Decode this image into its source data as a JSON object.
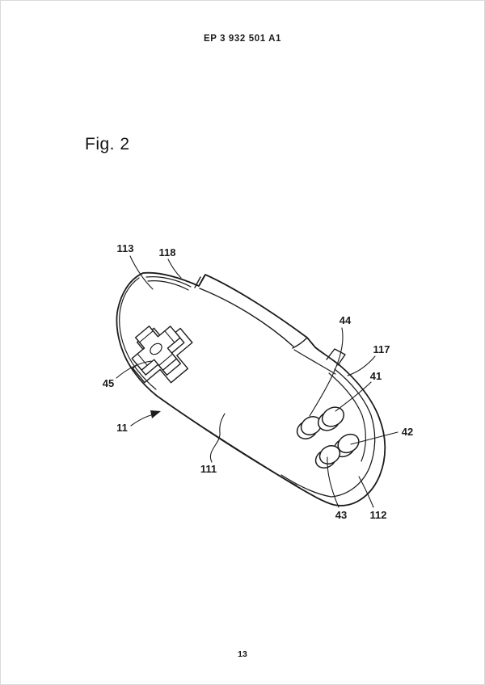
{
  "page": {
    "header": "EP 3 932 501 A1",
    "figure_caption": "Fig. 2",
    "page_number": "13"
  },
  "figure": {
    "description": "Perspective patent line drawing of an oval handheld game controller with directional pad and four face buttons",
    "refs": {
      "11": "11",
      "41": "41",
      "42": "42",
      "43": "43",
      "44": "44",
      "45": "45",
      "111": "111",
      "112": "112",
      "113": "113",
      "117": "117",
      "118": "118"
    }
  }
}
